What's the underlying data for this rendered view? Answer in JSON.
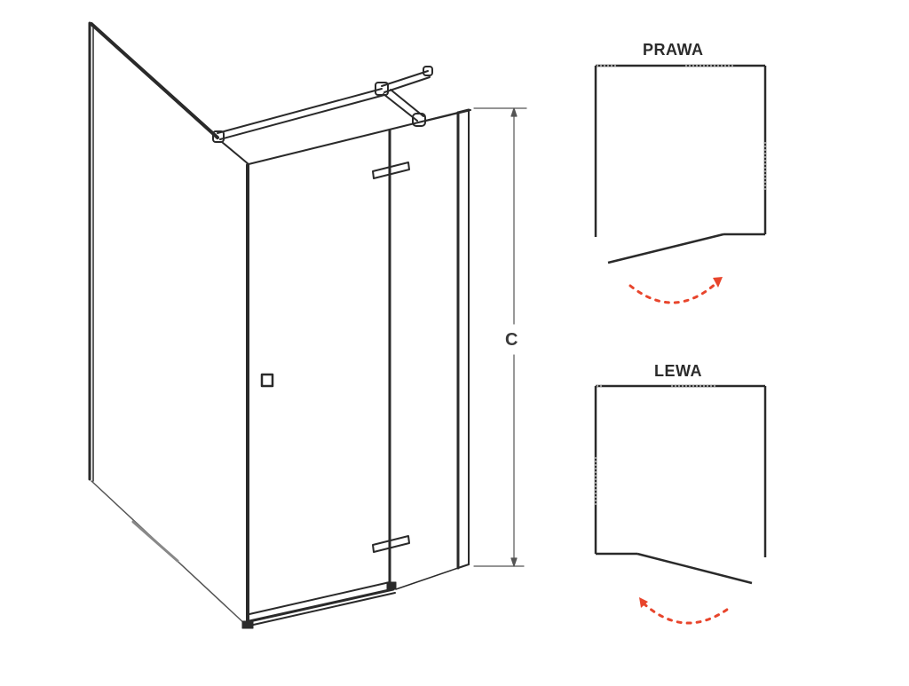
{
  "diagram": {
    "title": "Shower enclosure with hinged door - isometric view and opening direction plans",
    "dimension": {
      "label": "C",
      "meaning": "height"
    },
    "plans": [
      {
        "id": "right",
        "label": "PRAWA",
        "opening_direction": "right"
      },
      {
        "id": "left",
        "label": "LEWA",
        "opening_direction": "left"
      }
    ],
    "colors": {
      "line": "#2a2a2a",
      "arrow": "#e8452c",
      "background": "#ffffff"
    }
  }
}
